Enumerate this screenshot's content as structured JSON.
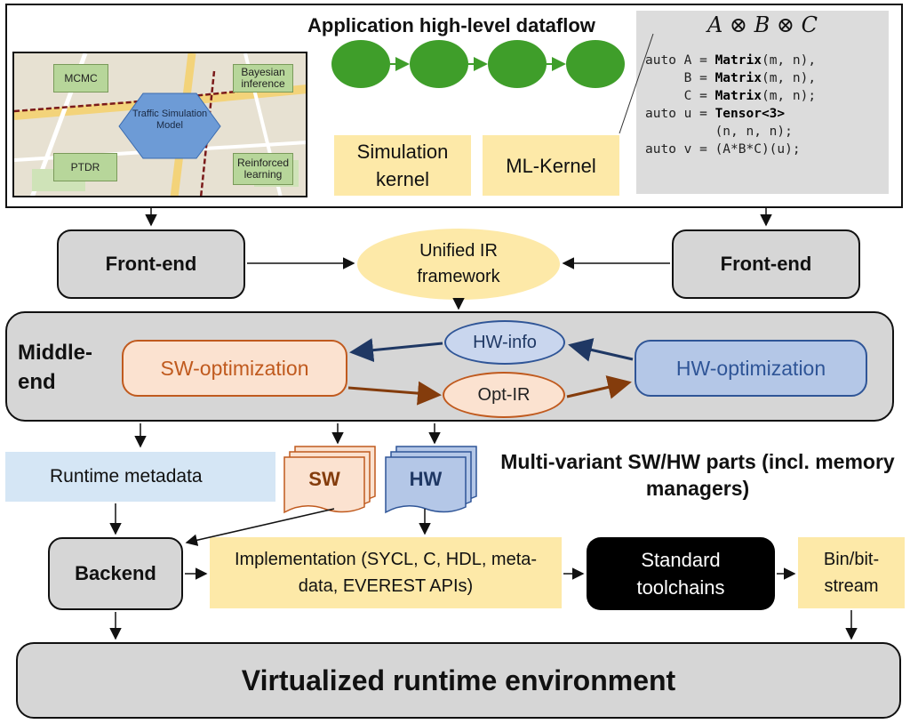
{
  "top": {
    "heading": "Application high-level dataflow",
    "map": {
      "mcmc": "MCMC",
      "bayesian": "Bayesian inference",
      "ptdr": "PTDR",
      "reinforced": "Reinforced learning",
      "model": "Traffic Simulation Model"
    },
    "simulation_kernel": "Simulation kernel",
    "ml_kernel": "ML-Kernel",
    "formula": "A ⊗ B ⊗ C",
    "code_lines": [
      [
        "auto A = ",
        "Matrix",
        "(m, n),"
      ],
      [
        "     B = ",
        "Matrix",
        "(m, n),"
      ],
      [
        "     C = ",
        "Matrix",
        "(m, n);"
      ],
      [
        "auto u = ",
        "Tensor<3>",
        ""
      ],
      [
        "         (n, n, n);",
        "",
        ""
      ],
      [
        "auto v = (A*B*C)(u);",
        "",
        ""
      ]
    ]
  },
  "frontend_left": "Front-end",
  "frontend_right": "Front-end",
  "unified_ir": "Unified IR framework",
  "middle_end": {
    "label": "Middle-end",
    "sw_opt": "SW-optimization",
    "hw_opt": "HW-optimization",
    "hw_info": "HW-info",
    "opt_ir": "Opt-IR"
  },
  "runtime_metadata": "Runtime metadata",
  "sw_doc": "SW",
  "hw_doc": "HW",
  "multi_variant": "Multi-variant SW/HW parts (incl. memory managers)",
  "backend": "Backend",
  "implementation": "Implementation (SYCL, C, HDL, meta-data, EVEREST APIs)",
  "toolchains": "Standard toolchains",
  "binbit": "Bin/bit-stream",
  "runtime_env": "Virtualized runtime environment",
  "colors": {
    "sticky": "#fde9a8",
    "grey_box": "#d6d6d6",
    "sw_fill": "#fbe2d0",
    "sw_border": "#c05a1e",
    "hw_fill": "#b4c7e7",
    "hw_border": "#2f5597",
    "green_node": "#3f9e2a",
    "arrow_blue": "#1f3864",
    "arrow_brown": "#843c0c",
    "metadata": "#d5e6f5"
  }
}
